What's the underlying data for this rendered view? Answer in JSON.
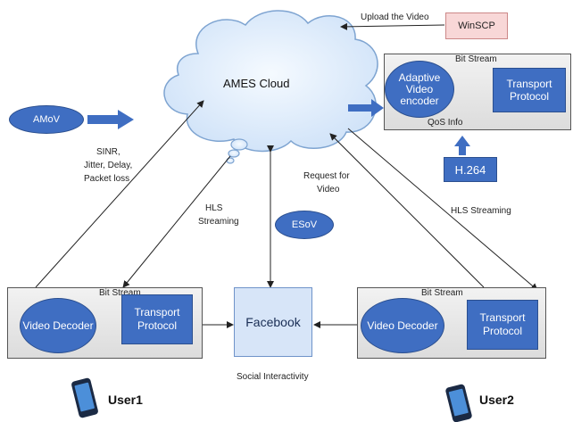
{
  "top": {
    "upload_label": "Upload the Video",
    "winscp": "WinSCP"
  },
  "cloud": {
    "label": "AMES Cloud"
  },
  "encoder_panel": {
    "bitstream": "Bit Stream",
    "encoder": "Adaptive Video encoder",
    "transport": "Transport Protocol",
    "qos": "QoS Info",
    "codec": "H.264"
  },
  "amov": "AMoV",
  "esov": "ESoV",
  "edge_labels": {
    "sinr": "SINR,",
    "jitter": "Jitter, Delay,",
    "packet": "Packet loss",
    "hls_left_1": "HLS",
    "hls_left_2": "Streaming",
    "request_1": "Request for",
    "request_2": "Video",
    "hls_right": "HLS Streaming",
    "social": "Social Interactivity"
  },
  "left_panel": {
    "bitstream": "Bit Stream",
    "decoder": "Video Decoder",
    "transport": "Transport Protocol"
  },
  "right_panel": {
    "bitstream": "Bit Stream",
    "decoder": "Video Decoder",
    "transport": "Transport Protocol"
  },
  "facebook": "Facebook",
  "users": {
    "user1": "User1",
    "user2": "User2"
  },
  "colors": {
    "node_blue": "#3f6ec2",
    "cloud_fill": "#dcebfb",
    "winscp_fill": "#f8d7d7",
    "arrow_blue": "#3f6ec2"
  }
}
